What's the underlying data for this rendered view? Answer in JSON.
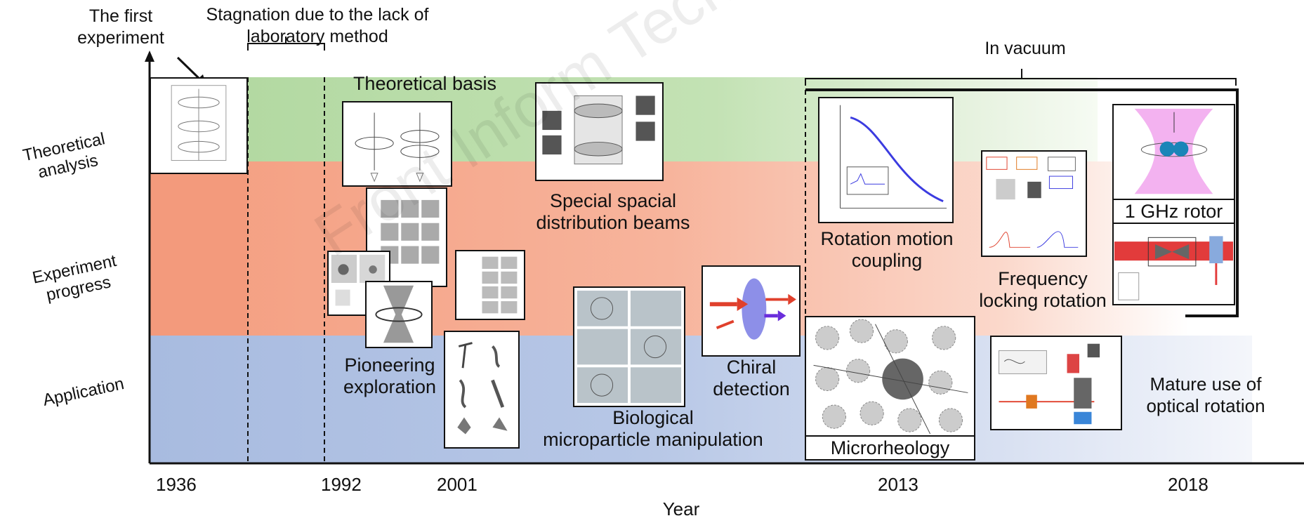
{
  "top_notes": {
    "first_experiment": [
      "The first",
      "experiment"
    ],
    "stagnation": [
      "Stagnation due to the lack of",
      "laboratory method"
    ],
    "in_vacuum": "In vacuum"
  },
  "rows": {
    "theoretical": [
      "Theoretical",
      "analysis"
    ],
    "experiment": [
      "Experiment",
      "progress"
    ],
    "application": "Application"
  },
  "labels": {
    "theoretical_basis": "Theoretical basis",
    "special_beams": [
      "Special spacial",
      "distribution beams"
    ],
    "pioneering": [
      "Pioneering",
      "exploration"
    ],
    "biological": [
      "Biological",
      "microparticle manipulation"
    ],
    "chiral": [
      "Chiral",
      "detection"
    ],
    "rotation_motion": [
      "Rotation motion",
      "coupling"
    ],
    "frequency_locking": [
      "Frequency",
      "locking rotation"
    ],
    "mature_use": [
      "Mature use of",
      "optical rotation"
    ],
    "microrheology": "Microrheology",
    "ghz_rotor": "1 GHz rotor"
  },
  "x_axis": {
    "title": "Year",
    "ticks": [
      "1936",
      "1992",
      "2001",
      "2013",
      "2018"
    ]
  },
  "watermark": "Front Inform Technol Electron Eng",
  "colors": {
    "green_band": "#b6dba5",
    "orange_band": "#f4a184",
    "blue_band": "#a9bce0"
  }
}
